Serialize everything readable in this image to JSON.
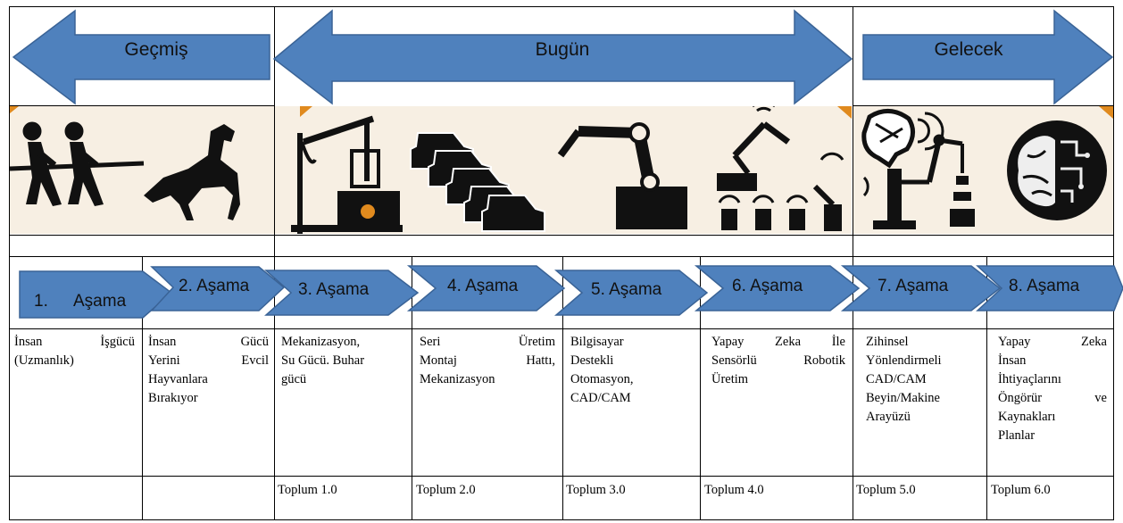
{
  "periods": {
    "past": "Geçmiş",
    "present": "Bugün",
    "future": "Gelecek"
  },
  "stages": [
    {
      "num": "1.",
      "label": "Aşama",
      "desc": [
        "İnsan İşgücü",
        "(Uzmanlık)"
      ],
      "society": ""
    },
    {
      "label": "2. Aşama",
      "desc": [
        "İnsan Gücü",
        "Yerini Evcil",
        "Hayvanlara",
        "Bırakıyor"
      ],
      "society": ""
    },
    {
      "label": "3. Aşama",
      "desc": [
        "Mekanizasyon,",
        "Su Gücü. Buhar",
        "gücü"
      ],
      "society": "Toplum 1.0"
    },
    {
      "label": "4. Aşama",
      "desc": [
        "Seri Üretim",
        "Montaj Hattı,",
        "Mekanizasyon"
      ],
      "society": "Toplum 2.0"
    },
    {
      "label": "5. Aşama",
      "desc": [
        "Bilgisayar",
        "Destekli",
        "Otomasyon,",
        "CAD/CAM"
      ],
      "society": "Toplum 3.0"
    },
    {
      "label": "6. Aşama",
      "desc": [
        "Yapay Zeka İle",
        "Sensörlü Robotik",
        "Üretim"
      ],
      "society": "Toplum 4.0"
    },
    {
      "label": "7. Aşama",
      "desc": [
        "Zihinsel",
        "Yönlendirmeli",
        "CAD/CAM",
        "Beyin/Makine",
        "Arayüzü"
      ],
      "society": "Toplum 5.0"
    },
    {
      "label": "8. Aşama",
      "desc": [
        "Yapay Zeka",
        "İnsan",
        "İhtiyaçlarını",
        "Öngörür ve",
        "Kaynakları",
        "Planlar"
      ],
      "society": "Toplum 6.0"
    }
  ],
  "colors": {
    "arrow_fill": "#4f81bd",
    "arrow_stroke": "#3a6396",
    "illustration_bg": "#f7efe3",
    "icon": "#111111",
    "accent": "#e08a1e"
  },
  "icons": [
    "tug-of-war-icon",
    "horse-icon",
    "pump-jack-icon",
    "cars-assembly-icon",
    "robot-arm-icon",
    "wireless-robots-icon",
    "brain-interface-icon",
    "ai-brain-icon"
  ]
}
